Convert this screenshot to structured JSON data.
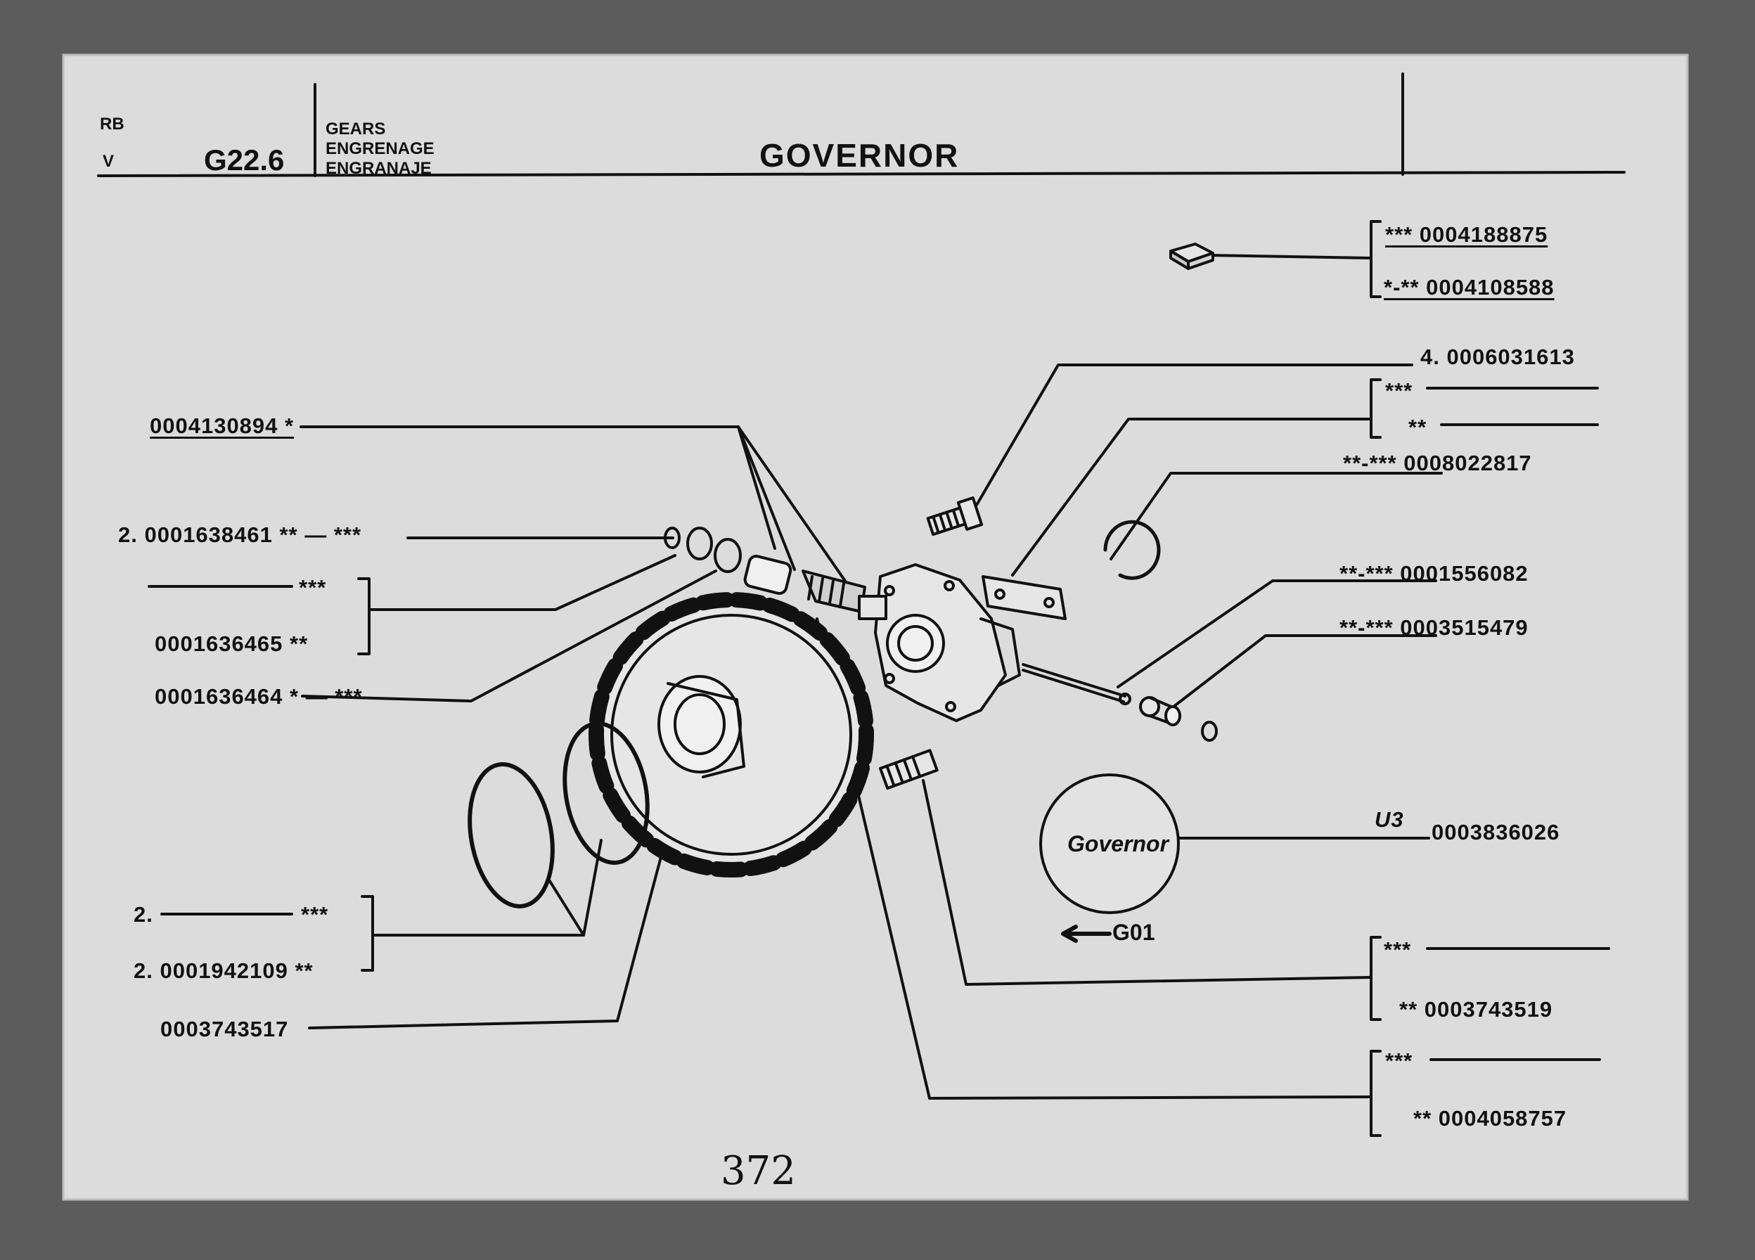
{
  "header": {
    "corner_top": "RB",
    "corner_bottom": "V",
    "code": "G22.6",
    "lang_en": "GEARS",
    "lang_fr": "ENGRENAGE",
    "lang_es": "ENGRANAJE",
    "title": "GOVERNOR"
  },
  "callouts_left": [
    {
      "id": "c1",
      "text": "0004130894 *"
    },
    {
      "id": "c2",
      "text": "2. 0001638461 ** — ***"
    },
    {
      "id": "c3",
      "text": "***"
    },
    {
      "id": "c4",
      "text": "0001636465 **"
    },
    {
      "id": "c5",
      "text": "0001636464 * — ***"
    },
    {
      "id": "c6_prefix",
      "text": "2."
    },
    {
      "id": "c6",
      "text": "***"
    },
    {
      "id": "c7",
      "text": "2. 0001942109 **"
    },
    {
      "id": "c8",
      "text": "0003743517"
    }
  ],
  "callouts_right": [
    {
      "id": "r1",
      "text": "*** 0004188875"
    },
    {
      "id": "r2",
      "text": "*-** 0004108588"
    },
    {
      "id": "r3",
      "text": "4. 0006031613"
    },
    {
      "id": "r4",
      "text": "***"
    },
    {
      "id": "r5",
      "text": "**"
    },
    {
      "id": "r6",
      "text": "**-*** 0008022817"
    },
    {
      "id": "r7",
      "text": "**-*** 0001556082"
    },
    {
      "id": "r8",
      "text": "**-*** 0003515479"
    },
    {
      "id": "r9_code",
      "text": "U3"
    },
    {
      "id": "r9",
      "text": "0003836026"
    },
    {
      "id": "r10",
      "text": "***"
    },
    {
      "id": "r11",
      "text": "** 0003743519"
    },
    {
      "id": "r12",
      "text": "***"
    },
    {
      "id": "r13",
      "text": "** 0004058757"
    }
  ],
  "governor_badge": {
    "label": "Governor",
    "ref": "G01"
  },
  "page_number": "372",
  "colors": {
    "background": "#5c5c5c",
    "sheet": "#dcdcdc",
    "ink": "#111111"
  }
}
